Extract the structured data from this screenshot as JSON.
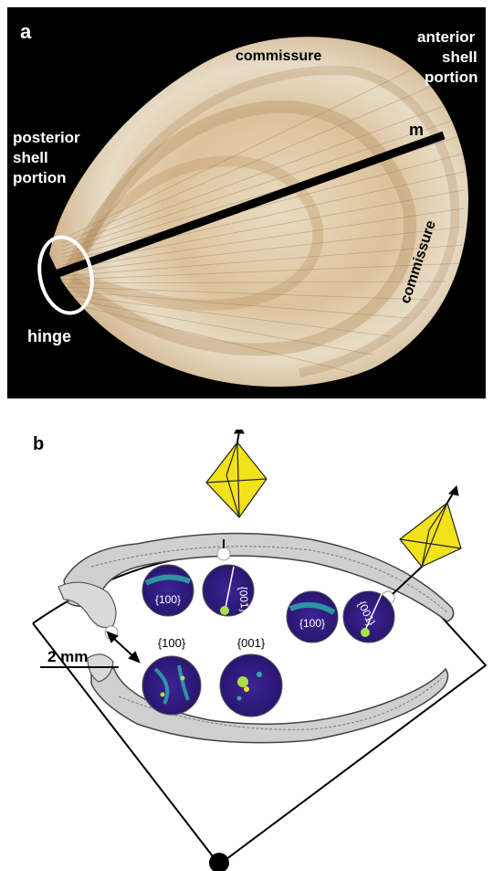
{
  "panel_a": {
    "letter": "a",
    "commissure_top": "commissure",
    "commissure_right": "commissure",
    "anterior": [
      "anterior",
      "shell",
      "portion"
    ],
    "posterior": [
      "posterior",
      "shell",
      "portion"
    ],
    "hinge": "hinge",
    "axis_label": "m"
  },
  "panel_b": {
    "letter": "b",
    "scale_bar": "2 mm",
    "pole_figures": [
      {
        "label": "{100}"
      },
      {
        "label": "{001}"
      },
      {
        "label": "{100}"
      },
      {
        "label": "{001}"
      },
      {
        "label": "{100}"
      },
      {
        "label": "{001}"
      }
    ]
  },
  "colors": {
    "pole_bg": "#3a1e8c",
    "pole_highlight": "#2ea8a8",
    "crystal": "#f2e21a",
    "shell": "#d8c6a4"
  }
}
